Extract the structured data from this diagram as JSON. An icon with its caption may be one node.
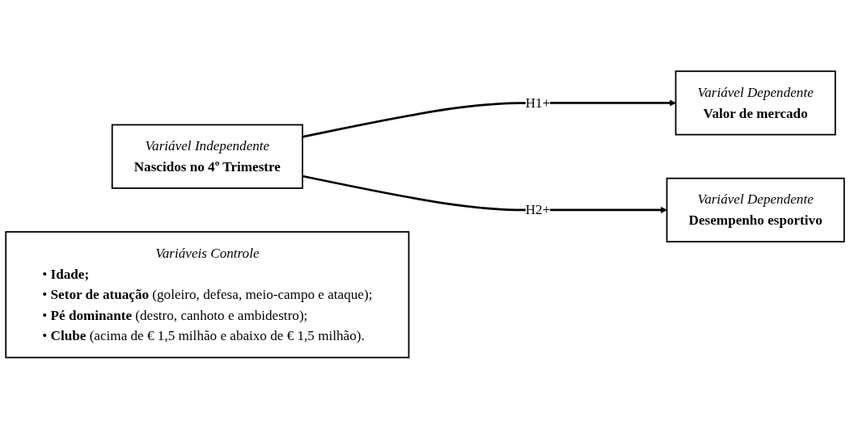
{
  "diagram": {
    "nodes": [
      {
        "text": [
          "Variável Independente",
          "Nascidos no 4º Trimestre"
        ]
      },
      {
        "text": [
          "Variável Dependente",
          "Valor de mercado"
        ]
      },
      {
        "text": [
          "Variável Dependente",
          "Desempenho esportivo"
        ]
      },
      {
        "text": [
          "Variáveis Controle",
          "• **Idade;**",
          "• **Setor de atuação** (goleiro, defesa, meio-campo e ataque);",
          "• **Pé dominante** (destro, canhoto e ambidestro);",
          "• **Clube** (acima de € 1,5 milhão e abaixo de € 1,5 milhão)."
        ]
      }
    ],
    "edges": [
      {
        "from": 0,
        "to": 1,
        "label": "H1+",
        "arrow": "to"
      },
      {
        "from": 0,
        "to": 2,
        "label": "H2+",
        "arrow": "to"
      }
    ]
  }
}
